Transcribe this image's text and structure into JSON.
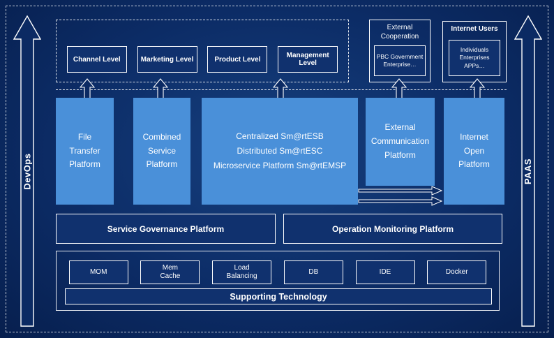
{
  "colors": {
    "background": "#0c2c66",
    "accent_box": "#4a90d9",
    "dark_box": "#10316e",
    "border": "#ffffff"
  },
  "side_rails": {
    "devops": "DevOps",
    "paas": "PAAS"
  },
  "top_section": {
    "levels": [
      "Channel Level",
      "Marketing Level",
      "Product Level",
      "Management Level"
    ],
    "external_cooperation": {
      "title": "External\nCooperation",
      "item": "PBC Government\nEnterprise…"
    },
    "internet_users": {
      "title": "Internet Users",
      "item": "Individuals\nEnterprises\nAPPs…"
    }
  },
  "platforms": {
    "file_transfer": "File\nTransfer\nPlatform",
    "combined_service": "Combined\nService\nPlatform",
    "esb": "Centralized Sm@rtESB\nDistributed Sm@rtESC\nMicroservice Platform Sm@rtEMSP",
    "external_communication": "External\nCommunication\nPlatform",
    "internet_open": "Internet\nOpen\nPlatform"
  },
  "governance": {
    "service_governance": "Service Governance Platform",
    "operation_monitoring": "Operation Monitoring Platform"
  },
  "supporting": {
    "items": [
      "MOM",
      "Mem\nCache",
      "Load\nBalancing",
      "DB",
      "IDE",
      "Docker"
    ],
    "bar": "Supporting Technology"
  }
}
